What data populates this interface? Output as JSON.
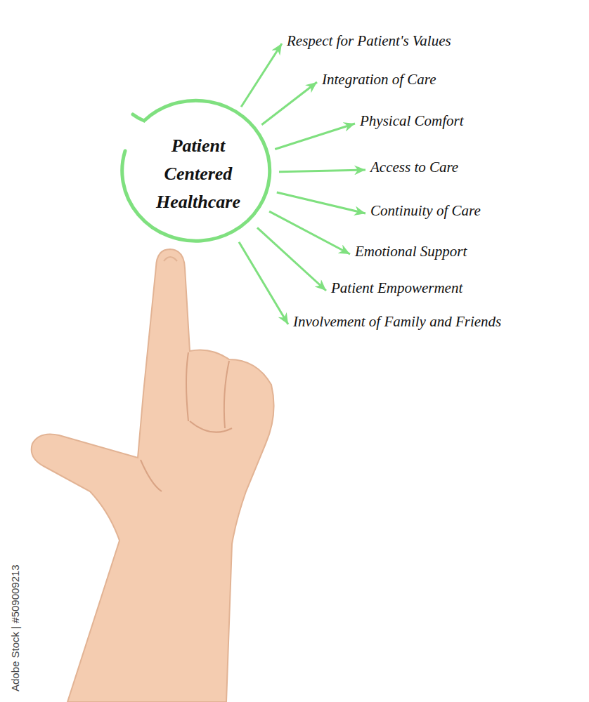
{
  "diagram": {
    "nodes": [
      {
        "text": [
          "Patient Centered Healthcare"
        ]
      },
      {
        "text": [
          "Respect for Patient's Values"
        ]
      },
      {
        "text": [
          "Integration of Care"
        ]
      },
      {
        "text": [
          "Physical Comfort"
        ]
      },
      {
        "text": [
          "Access to Care"
        ]
      },
      {
        "text": [
          "Continuity of Care"
        ]
      },
      {
        "text": [
          "Emotional Support"
        ]
      },
      {
        "text": [
          "Patient Empowerment"
        ]
      },
      {
        "text": [
          "Involvement of Family and Friends"
        ]
      }
    ],
    "edges": [
      {
        "from": 0,
        "to": 1,
        "arrow": "to"
      },
      {
        "from": 0,
        "to": 2,
        "arrow": "to"
      },
      {
        "from": 0,
        "to": 3,
        "arrow": "to"
      },
      {
        "from": 0,
        "to": 4,
        "arrow": "to"
      },
      {
        "from": 0,
        "to": 5,
        "arrow": "to"
      },
      {
        "from": 0,
        "to": 6,
        "arrow": "to"
      },
      {
        "from": 0,
        "to": 7,
        "arrow": "to"
      },
      {
        "from": 0,
        "to": 8,
        "arrow": "to"
      }
    ],
    "labels": [
      "Adobe Stock | #509009213"
    ]
  }
}
